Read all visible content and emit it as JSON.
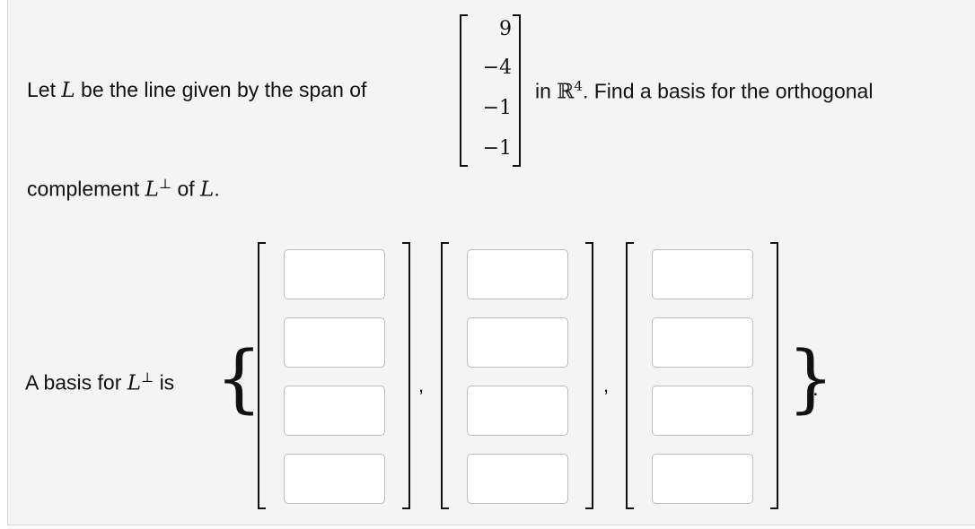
{
  "prompt": {
    "line1_prefix": "Let",
    "line1_var": "L",
    "line1_mid": "be the line given by the span of",
    "line1_suffix_in": "in",
    "space_symbol": "ℝ",
    "space_dim": "4",
    "line1_suffix_rest": ". Find a basis for the orthogonal",
    "line2_prefix": "complement",
    "line2_var": "L",
    "perp_symbol": "⊥",
    "line2_mid": "of",
    "line2_var2": "L",
    "line2_end": "."
  },
  "span_vector": [
    "9",
    "−4",
    "−1",
    "−1"
  ],
  "answer": {
    "label_prefix": "A basis for",
    "label_var": "L",
    "perp_symbol": "⊥",
    "label_suffix": "is",
    "open_brace": "{",
    "close_brace": "}",
    "separator": ",",
    "end_punct": ".",
    "vectors": [
      [
        "",
        "",
        "",
        ""
      ],
      [
        "",
        "",
        "",
        ""
      ],
      [
        "",
        "",
        "",
        ""
      ]
    ]
  }
}
